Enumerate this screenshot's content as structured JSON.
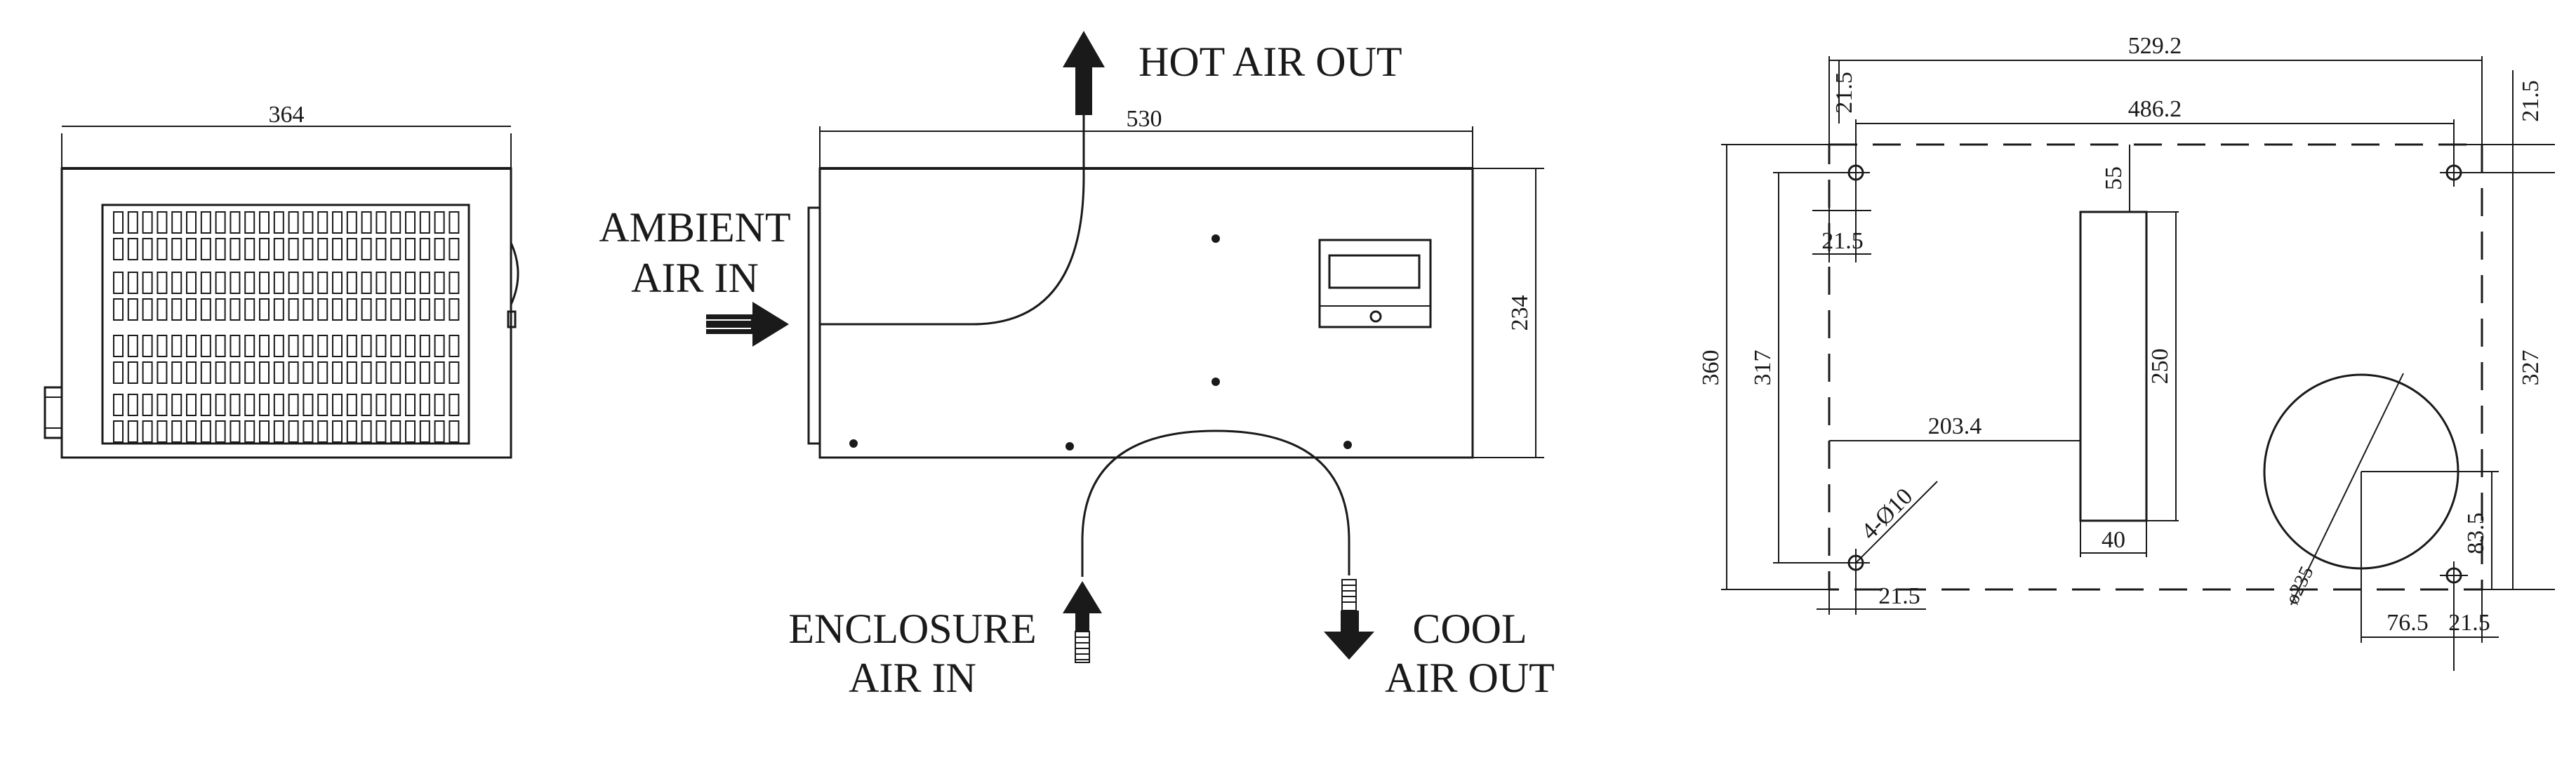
{
  "diagram": {
    "side_view": {
      "width_dim": "364"
    },
    "front_view": {
      "width_dim": "530",
      "height_dim": "234",
      "label_hot_air_out": "HOT AIR OUT",
      "label_ambient_line1": "AMBIENT",
      "label_ambient_line2": "AIR IN",
      "label_enclosure_line1": "ENCLOSURE",
      "label_enclosure_line2": "AIR IN",
      "label_cool_line1": "COOL",
      "label_cool_line2": "AIR OUT"
    },
    "cutout_view": {
      "dim_top_overall": "529.2",
      "dim_top_holes": "486.2",
      "dim_left_offset_top": "21.5",
      "dim_right_offset_top": "21.5",
      "dim_left_hole_inset": "21.5",
      "dim_height_overall": "360",
      "dim_height_holes": "317",
      "dim_height_right": "327",
      "dim_rect_top": "55",
      "dim_rect_height": "250",
      "dim_rect_width": "40",
      "dim_rect_left": "203.4",
      "dim_holes": "4-Ø10",
      "dim_bottom_left": "21.5",
      "dim_circle_dia": "ø235",
      "dim_circle_y": "83.5",
      "dim_circle_x": "76.5",
      "dim_bottom_right": "21.5"
    }
  }
}
